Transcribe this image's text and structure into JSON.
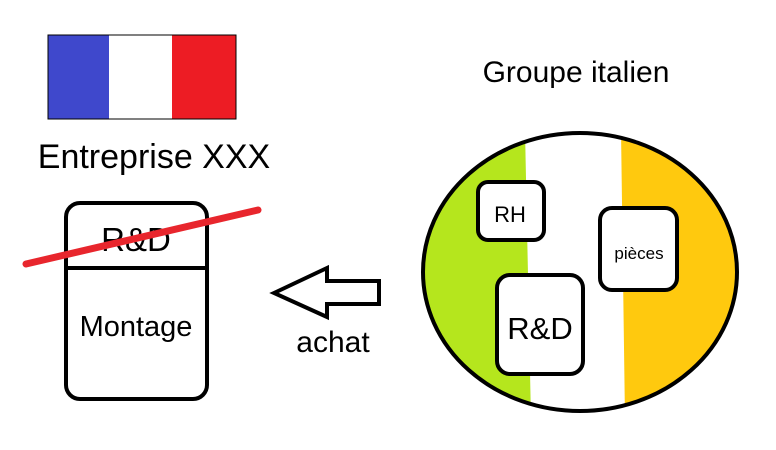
{
  "left": {
    "company_label": "Entreprise XXX",
    "box_top_label": "R&D",
    "box_bottom_label": "Montage"
  },
  "arrow": {
    "label": "achat"
  },
  "right": {
    "group_label": "Groupe italien",
    "boxes": {
      "rh": "RH",
      "pieces": "pièces",
      "rd": "R&D"
    }
  },
  "colors": {
    "french_blue": "#3f48cc",
    "french_white": "#ffffff",
    "french_red": "#ed1c24",
    "italian_green": "#b5e61d",
    "italian_white": "#ffffff",
    "italian_orange": "#ffc90e",
    "strike_red": "#e8262d"
  }
}
